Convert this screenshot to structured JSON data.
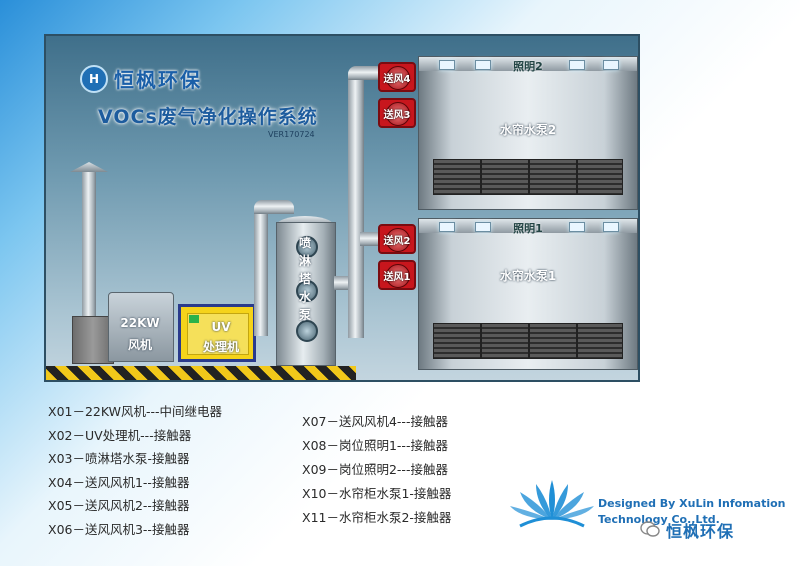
{
  "header": {
    "brand_name": "恒枫环保",
    "system_title": "VOCs废气净化操作系统",
    "version": "VER170724"
  },
  "diagram": {
    "fan_main_label_1": "22KW",
    "fan_main_label_2": "风机",
    "uv_label_1": "UV",
    "uv_label_2": "处理机",
    "tower_label": "喷淋塔水泵",
    "booth2": {
      "light_label": "照明2",
      "pump_label": "水帘水泵2"
    },
    "booth1": {
      "light_label": "照明1",
      "pump_label": "水帘水泵1"
    },
    "supply_fans": [
      "送风4",
      "送风3",
      "送风2",
      "送风1"
    ]
  },
  "legend_left": [
    "X01－22KW风机---中间继电器",
    "X02－UV处理机---接触器",
    "X03－喷淋塔水泵-接触器",
    "X04－送风风机1--接触器",
    "X05－送风风机2--接触器",
    "X06－送风风机3--接触器"
  ],
  "legend_right": [
    "X07－送风风机4---接触器",
    "X08－岗位照明1---接触器",
    "X09－岗位照明2---接触器",
    "X10－水帘柜水泵1-接触器",
    "X11－水帘柜水泵2-接触器"
  ],
  "footer": {
    "designed_line1": "Designed By XuLin Infomation",
    "designed_line2": "Technology Co.,Ltd.",
    "brand": "恒枫环保"
  },
  "colors": {
    "brand_blue": "#1f6fb5",
    "fan_red": "#c8161d",
    "uv_yellow": "#f5d31a"
  }
}
